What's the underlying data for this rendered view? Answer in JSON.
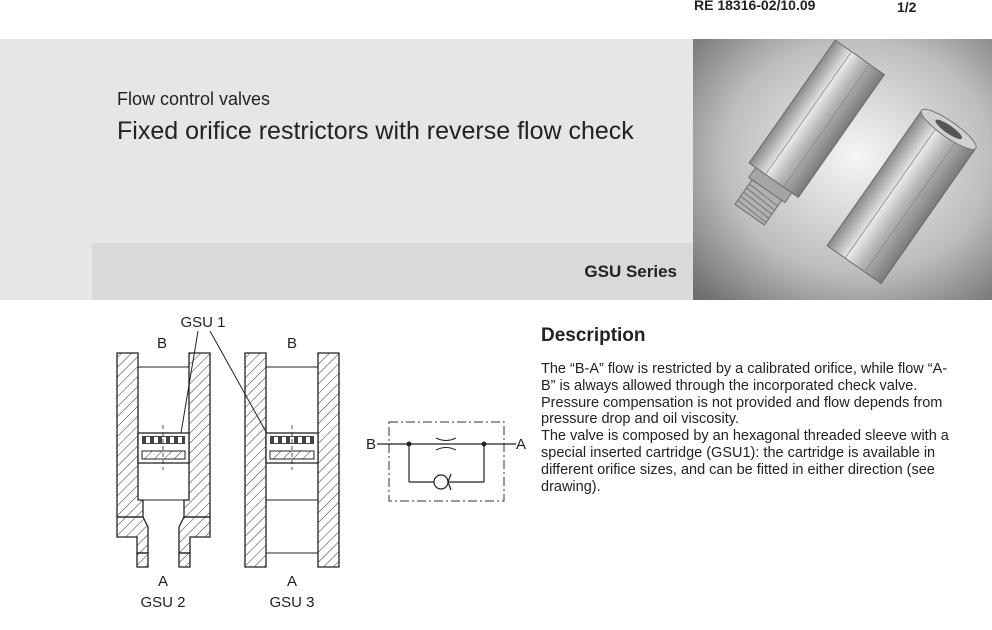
{
  "header": {
    "doc_code": "RE 18316-02/10.09",
    "page": "1/2"
  },
  "title_block": {
    "category": "Flow control valves",
    "title": "Fixed orifice restrictors with reverse flow check",
    "series": "GSU Series"
  },
  "drawing": {
    "label_gsu1": "GSU 1",
    "port_b_left": "B",
    "port_b_right": "B",
    "port_a_left": "A",
    "port_a_right": "A",
    "label_gsu2": "GSU 2",
    "label_gsu3": "GSU 3",
    "symbol_port_b": "B",
    "symbol_port_a": "A"
  },
  "description": {
    "heading": "Description",
    "paragraph1": "The “B-A” flow is restricted by a calibrated orifice, while flow “A-B” is always allowed through the incorporated check valve. Pressure compensation is not provided and flow depends from pressure drop and oil viscosity.",
    "paragraph2": "The valve is composed by an hexagonal threaded sleeve with a special inserted cartridge (GSU1): the cartridge is available in different orifice sizes, and can be fitted in either direction (see drawing)."
  }
}
